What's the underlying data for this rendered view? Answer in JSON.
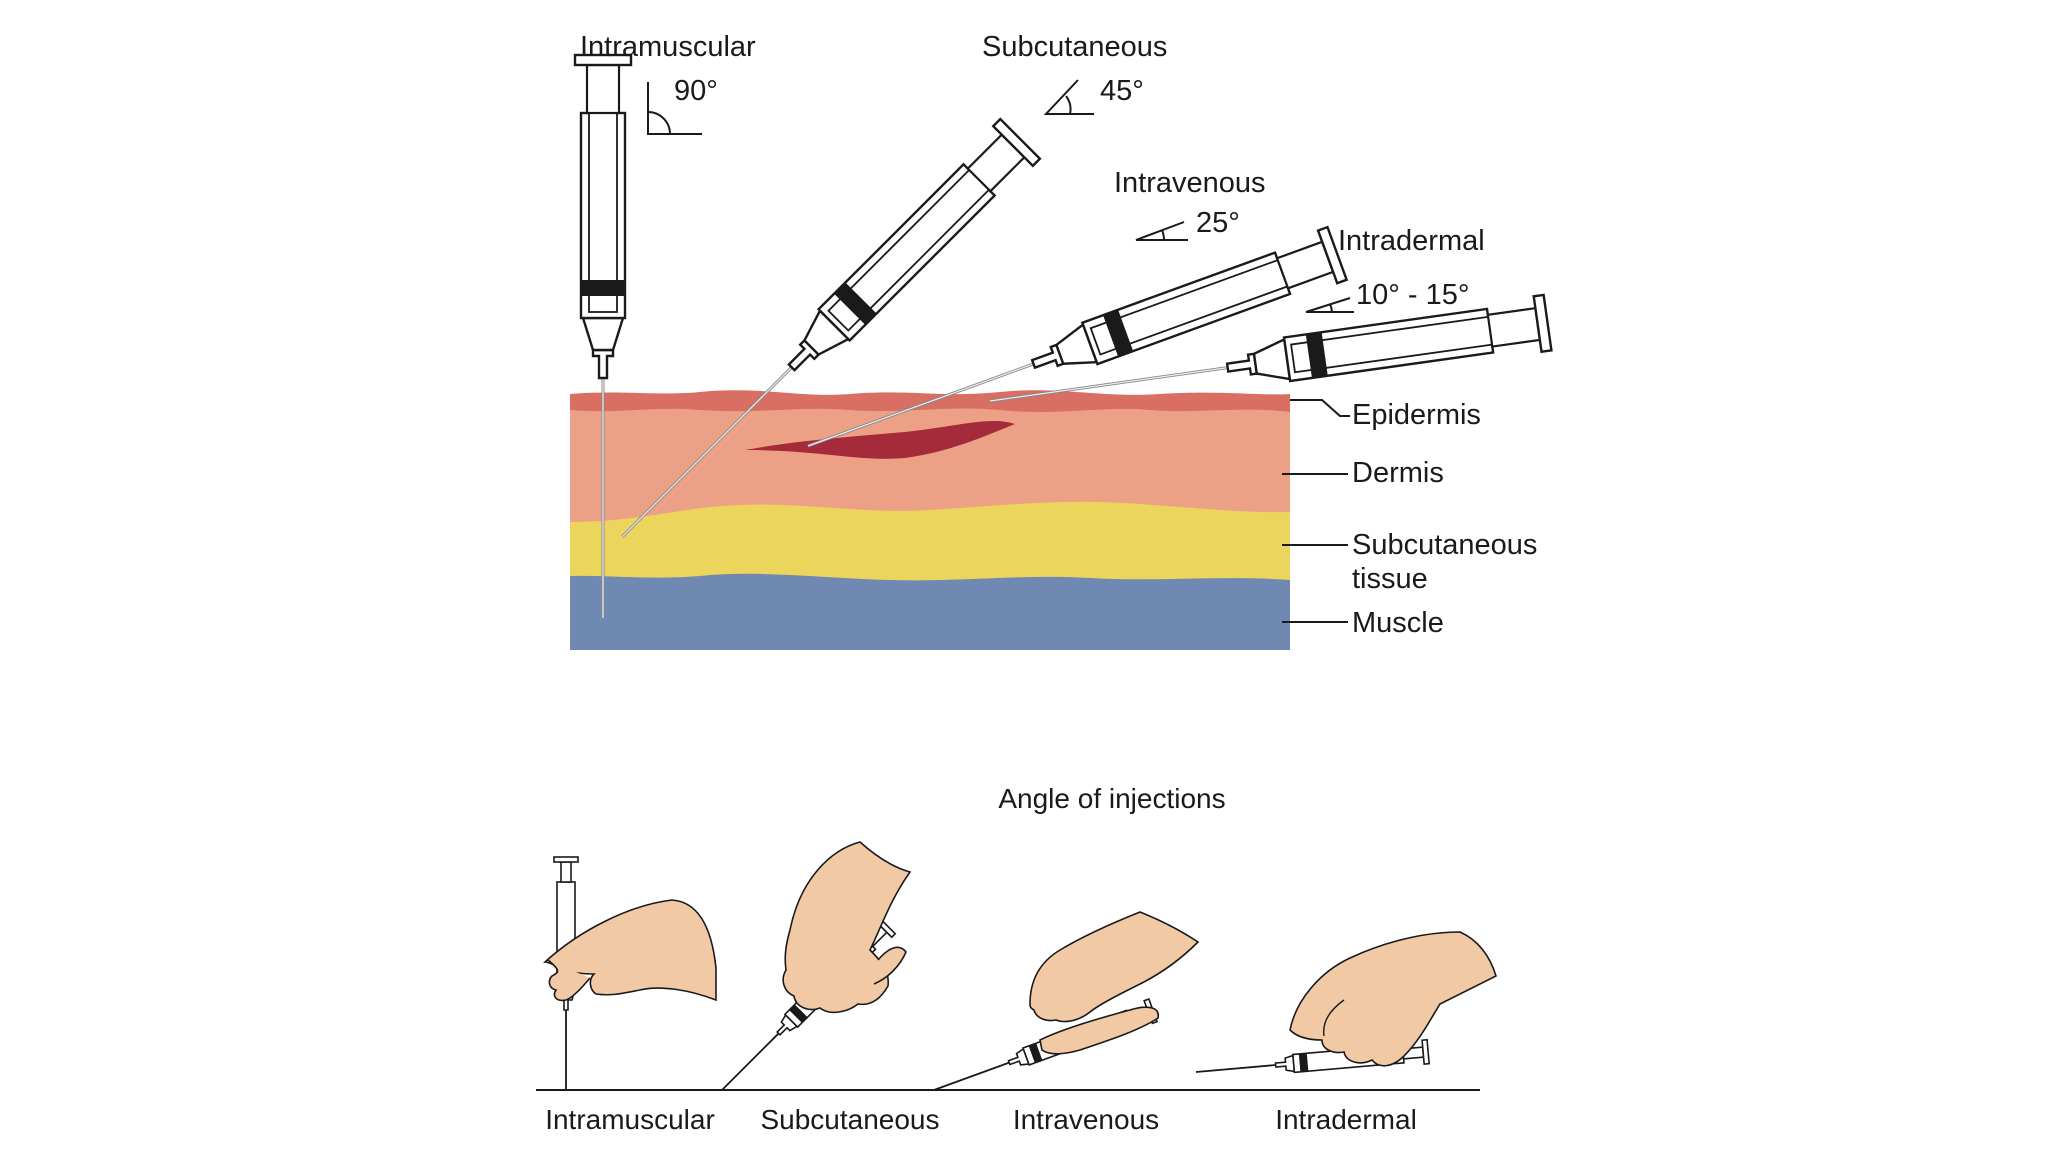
{
  "top": {
    "methods": [
      {
        "name": "Intramuscular",
        "angle": "90°"
      },
      {
        "name": "Subcutaneous",
        "angle": "45°"
      },
      {
        "name": "Intravenous",
        "angle": "25°"
      },
      {
        "name": "Intradermal",
        "angle": "10° - 15°"
      }
    ],
    "layers": [
      {
        "label": "Epidermis",
        "color": "#d96e62"
      },
      {
        "label": "Dermis",
        "color": "#eca186"
      },
      {
        "label": "Subcutaneous",
        "label2": "tissue",
        "color": "#ecd55c"
      },
      {
        "label": "Muscle",
        "color": "#7089b2"
      }
    ],
    "vein_color": "#a52a3a"
  },
  "bottom": {
    "title": "Angle of injections",
    "labels": [
      "Intramuscular",
      "Subcutaneous",
      "Intravenous",
      "Intradermal"
    ],
    "skin_color": "#f2c9a5"
  }
}
